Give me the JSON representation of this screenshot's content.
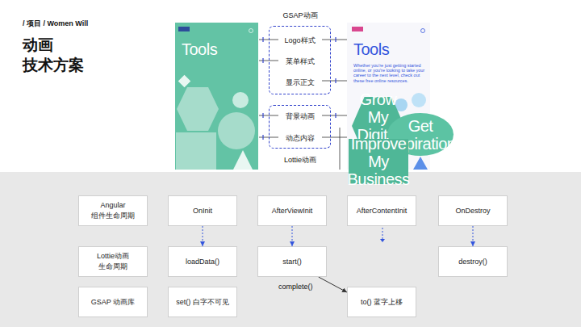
{
  "diagram": {
    "title": "动画 技术方案",
    "nodes": [
      {
        "text": [
          "Tools"
        ]
      },
      {
        "text": [
          "Logo样式",
          "菜单样式",
          "显示正文"
        ]
      },
      {
        "text": [
          "背景动画",
          "动态内容"
        ]
      },
      {
        "text": [
          "Tools",
          "Whether you're just getting started online, or you're looking to take your career to the next level, check out these free online resources."
        ]
      },
      {
        "text": [
          "Grow My Digital Skills"
        ],
        "in": 3
      },
      {
        "text": [
          "Get Inspiration"
        ],
        "in": 3
      },
      {
        "text": [
          "Improve My Business"
        ],
        "in": 3
      },
      {
        "text": [
          "Angular 组件生命周期"
        ]
      },
      {
        "text": [
          "OnInit"
        ]
      },
      {
        "text": [
          "AfterViewInit"
        ]
      },
      {
        "text": [
          "AfterContentInit"
        ]
      },
      {
        "text": [
          "OnDestroy"
        ]
      },
      {
        "text": [
          "Lottie动画 生命周期"
        ]
      },
      {
        "text": [
          "loadData()"
        ]
      },
      {
        "text": [
          "start()"
        ]
      },
      {
        "text": [
          "destroy()"
        ]
      },
      {
        "text": [
          "GSAP 动画库"
        ]
      },
      {
        "text": [
          "set() 白字不可见"
        ]
      },
      {
        "text": [
          "to() 蓝字上移"
        ]
      }
    ],
    "edges": [
      {
        "from": 8,
        "to": 13,
        "arrow": "to"
      },
      {
        "from": 9,
        "to": 14,
        "arrow": "to"
      },
      {
        "from": 11,
        "to": 15,
        "arrow": "to"
      },
      {
        "from": 14,
        "to": 18,
        "label": "complete()",
        "arrow": "to"
      }
    ],
    "labels": [
      "/ 项目 / Women Will",
      "GSAP动画",
      "Lottie动画"
    ]
  }
}
